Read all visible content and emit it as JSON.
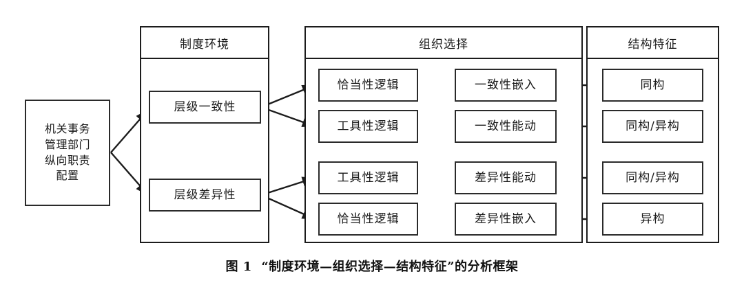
{
  "figure": {
    "source_box": {
      "name": "机关事务管理部门纵向职责配置",
      "lines": [
        "机关事务",
        "管理部门",
        "纵向职责",
        "配置"
      ]
    },
    "columns": [
      {
        "id": "institutional-environment",
        "header": "制度环境",
        "nodes": [
          "层级一致性",
          "层级差异性"
        ]
      },
      {
        "id": "organizational-choice",
        "header": "组织选择",
        "logic_nodes": [
          "恰当性逻辑",
          "工具性逻辑",
          "工具性逻辑",
          "恰当性逻辑"
        ],
        "outcome_nodes": [
          "一致性嵌入",
          "一致性能动",
          "差异性能动",
          "差异性嵌入"
        ]
      },
      {
        "id": "structural-features",
        "header": "结构特征",
        "nodes": [
          "同构",
          "同构/异构",
          "同构/异构",
          "异构"
        ]
      }
    ],
    "caption": {
      "label": "图",
      "number": "1",
      "text": "“制度环境—组织选择—结构特征”的分析框架"
    },
    "colors": {
      "line": "#1c1c1c",
      "box_border": "#2a2a2a",
      "background": "#ffffff",
      "text": "#1a1a1a"
    }
  }
}
